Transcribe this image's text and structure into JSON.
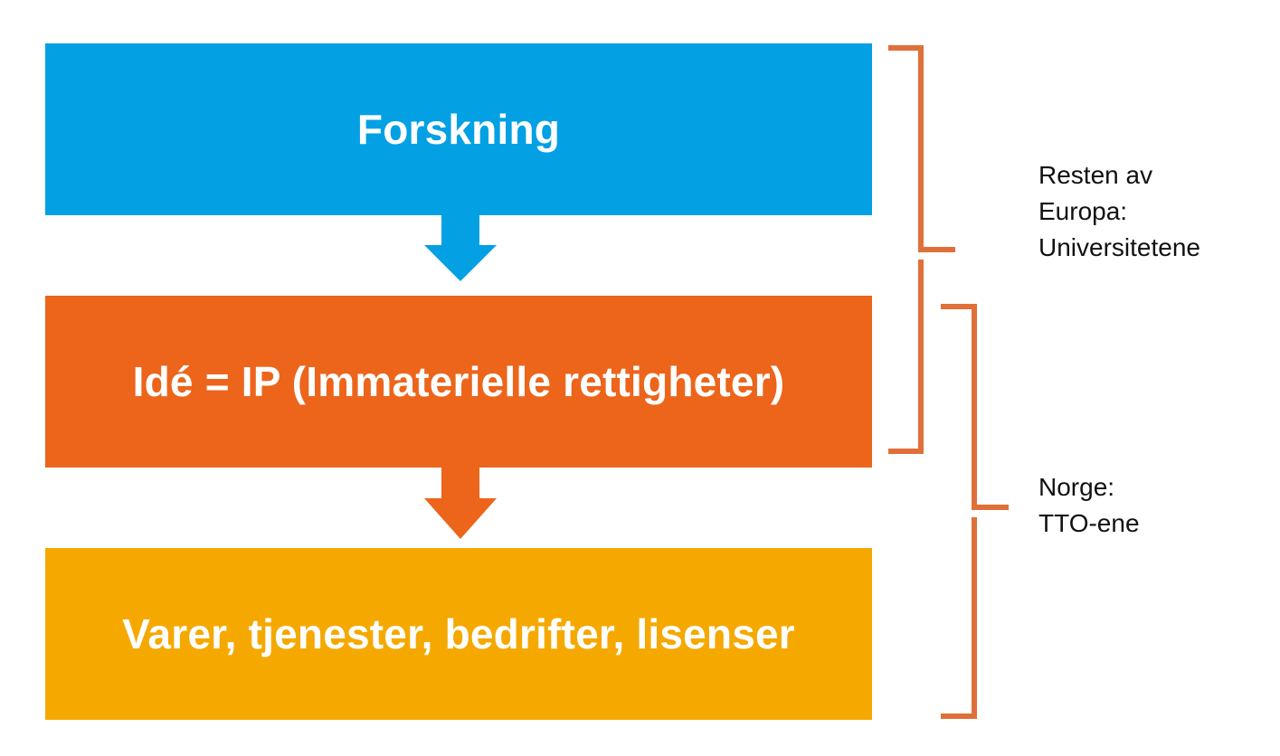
{
  "colors": {
    "research": "#04A0E4",
    "idea": "#EC651B",
    "products": "#F5A900",
    "bracket": "#E0703A",
    "box_text": "#FFFFFF",
    "label_text": "#111111"
  },
  "boxes": {
    "research": "Forskning",
    "idea": "Idé = IP (Immaterielle rettigheter)",
    "products": "Varer, tjenester, bedrifter, lisenser"
  },
  "labels": {
    "europe": [
      "Resten av",
      "Europa:",
      "Universitetene"
    ],
    "norway": [
      "Norge:",
      "TTO-ene"
    ]
  }
}
